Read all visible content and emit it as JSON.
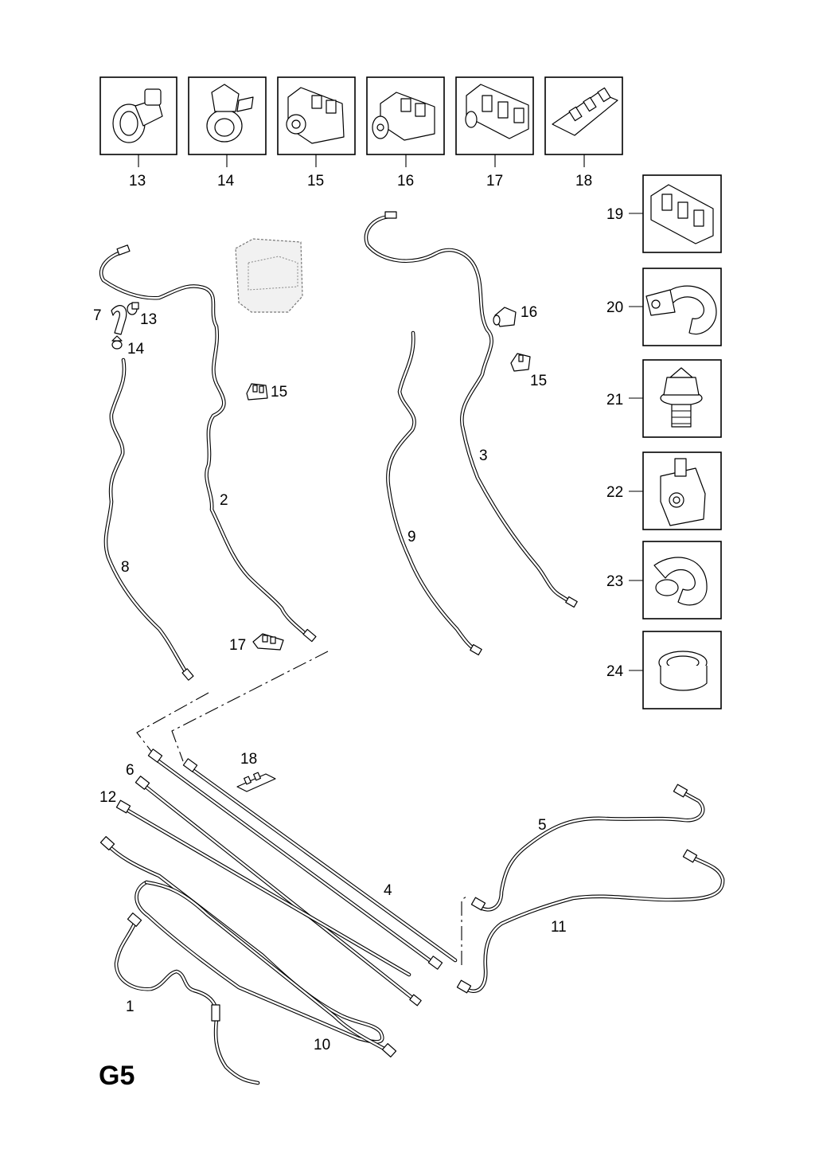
{
  "diagram": {
    "page_code": "G5",
    "thumbnail_callouts": [
      "13",
      "14",
      "15",
      "16",
      "17",
      "18"
    ],
    "side_callouts": [
      "19",
      "20",
      "21",
      "22",
      "23",
      "24"
    ],
    "pipe_callouts": {
      "c1": "1",
      "c2": "2",
      "c3": "3",
      "c4": "4",
      "c5": "5",
      "c6": "6",
      "c7": "7",
      "c8": "8",
      "c9": "9",
      "c10": "10",
      "c11": "11",
      "c12": "12",
      "c13": "13",
      "c14": "14",
      "c15a": "15",
      "c15b": "15",
      "c16": "16",
      "c17": "17",
      "c18": "18"
    }
  }
}
